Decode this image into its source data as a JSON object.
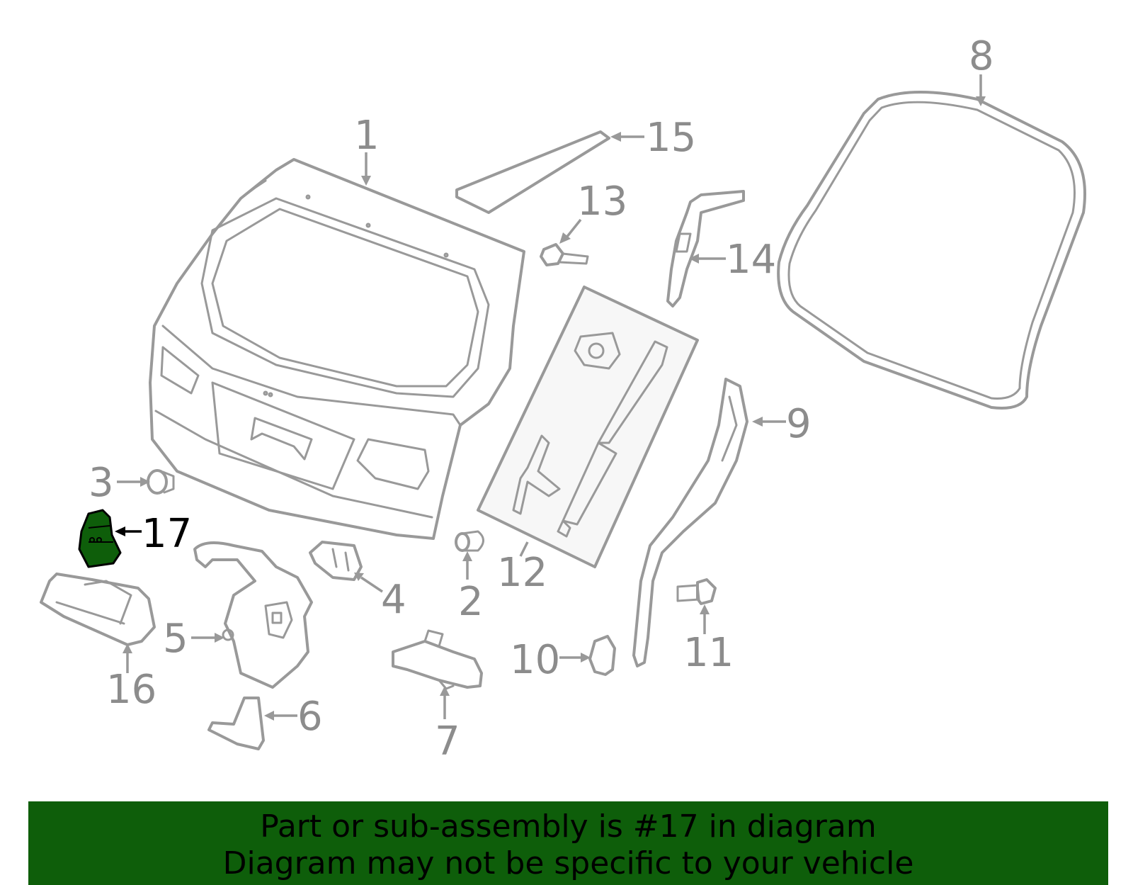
{
  "diagram": {
    "highlight_color": "#0e5e0a",
    "line_color": "#999999",
    "callouts": {
      "c1": "1",
      "c2": "2",
      "c3": "3",
      "c4": "4",
      "c5": "5",
      "c6": "6",
      "c7": "7",
      "c8": "8",
      "c9": "9",
      "c10": "10",
      "c11": "11",
      "c12": "12",
      "c13": "13",
      "c14": "14",
      "c15": "15",
      "c16": "16",
      "c17": "17"
    }
  },
  "banner": {
    "line1": "Part or sub-assembly is #17 in diagram",
    "line2": "Diagram may not be specific to your vehicle",
    "background": "#0e5e0a"
  }
}
